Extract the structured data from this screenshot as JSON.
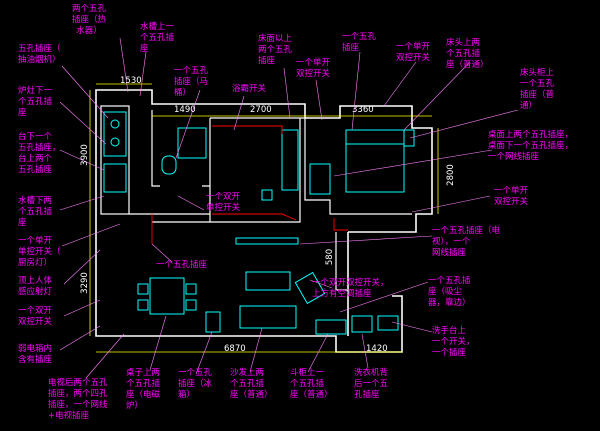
{
  "colors": {
    "background": "#000000",
    "annotation": "#ff00ff",
    "wall": "#ffffff",
    "dimension": "#ffff00",
    "dimension_text": "#ffffff",
    "furniture": "#00ffff",
    "wiring": "#ff0000",
    "switch_line": "#ff8080"
  },
  "dimensions": {
    "top": [
      "1530",
      "1490",
      "2700",
      "3360"
    ],
    "left": [
      "3900",
      "3290"
    ],
    "right": [
      "2800",
      "580"
    ],
    "bottom": [
      "6870",
      "1420"
    ]
  },
  "annotations": [
    "两个五孔\n插座（热\n水器）",
    "水槽上一\n个五孔插\n座",
    "五孔插座（\n抽油烟机）",
    "一个五孔\n插座（马\n桶）",
    "浴霸开关",
    "床面以上\n两个五孔\n插座",
    "一个单开\n双控开关",
    "一个五孔\n插座",
    "一个单开\n双控开关",
    "床头上两\n个五孔插\n座（普通）",
    "床头柜上\n一个五孔\n插座（普\n通）",
    "炉灶下一\n个五孔插\n座",
    "台下一个\n五孔插座，\n台上两个\n五孔插座",
    "桌面上两个五孔插座，\n桌面下一个五孔插座，\n一个网线插座",
    "一个单开\n双控开关",
    "水槽下两\n个五孔插\n座",
    "一个双开\n单控开关",
    "一个单开\n单控开关（\n厨房灯）",
    "一个五孔插座",
    "一个五孔插座（电\n视），一个\n网线插座",
    "顶上人体\n感应射灯",
    "一个五孔插\n座（吸尘\n器，靠边）",
    "一个双开\n双控开关",
    "一个双开双控开关，\n上方有空调插座",
    "洗手台上\n一个开关，\n一个插座",
    "弱电箱内\n含有插座",
    "电视后两个五孔\n插座，两个四孔\n插座，一个网线\n+电视插座",
    "桌子上两\n个五孔插\n座（电磁\n炉）",
    "一个五孔\n插座（冰\n箱）",
    "沙发上两\n个五孔插\n座（普通）",
    "斗柜上一\n个五孔插\n座（普通）",
    "洗衣机背\n后一个五\n孔插座"
  ]
}
